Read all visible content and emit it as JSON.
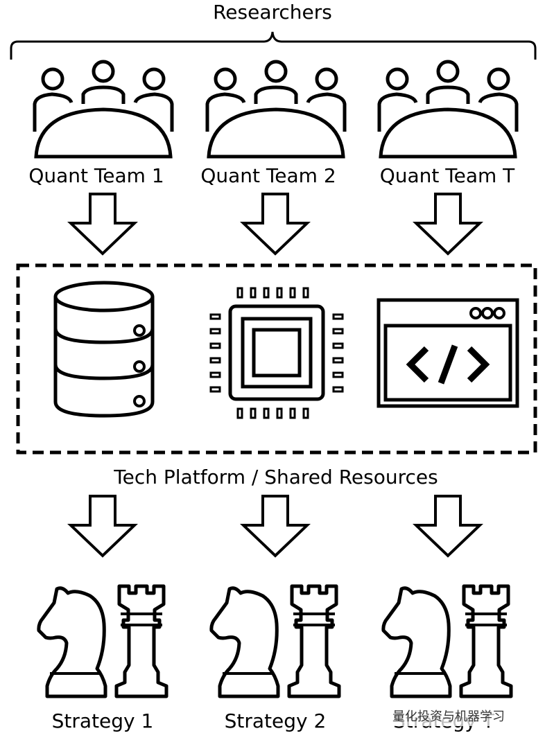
{
  "diagram": {
    "title": "Researchers",
    "teams": [
      {
        "label": "Quant Team 1"
      },
      {
        "label": "Quant Team 2"
      },
      {
        "label": "Quant Team T"
      }
    ],
    "platform": {
      "label": "Tech Platform / Shared Resources",
      "resources": [
        "database-icon",
        "cpu-chip-icon",
        "code-window-icon"
      ]
    },
    "strategies": [
      {
        "label": "Strategy 1"
      },
      {
        "label": "Strategy 2"
      },
      {
        "label": "Strategy T"
      }
    ],
    "watermark": "量化投资与机器学习"
  }
}
